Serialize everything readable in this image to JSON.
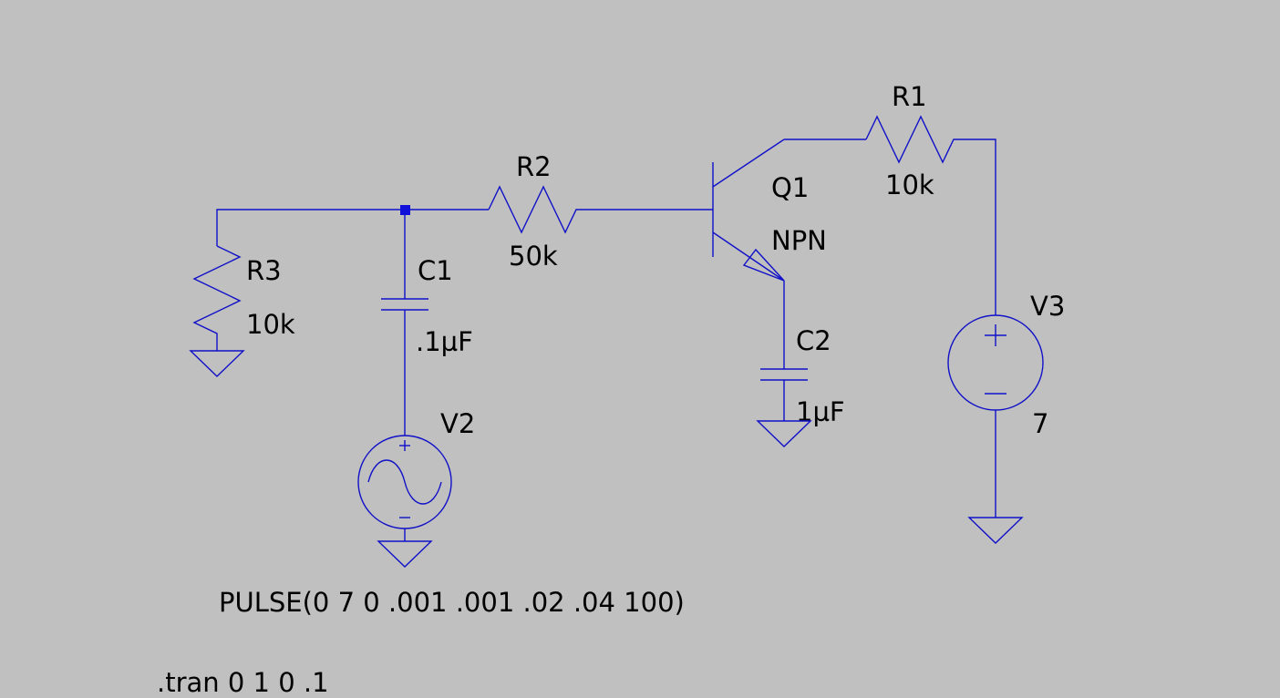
{
  "schematic": {
    "components": {
      "r1": {
        "ref": "R1",
        "value": "10k"
      },
      "r2": {
        "ref": "R2",
        "value": "50k"
      },
      "r3": {
        "ref": "R3",
        "value": "10k"
      },
      "c1": {
        "ref": "C1",
        "value": ".1µF"
      },
      "c2": {
        "ref": "C2",
        "value": "1µF"
      },
      "q1": {
        "ref": "Q1",
        "value": "NPN"
      },
      "v2": {
        "ref": "V2"
      },
      "v3": {
        "ref": "V3",
        "value": "7"
      }
    },
    "v2_source": "PULSE(0 7 0 .001 .001 .02 .04 100)",
    "directive": ".tran 0 1 0 .1"
  },
  "colors": {
    "background": "#c0c0c0",
    "wire": "#1010c8",
    "text": "#000000",
    "junction": "#1010d8"
  }
}
